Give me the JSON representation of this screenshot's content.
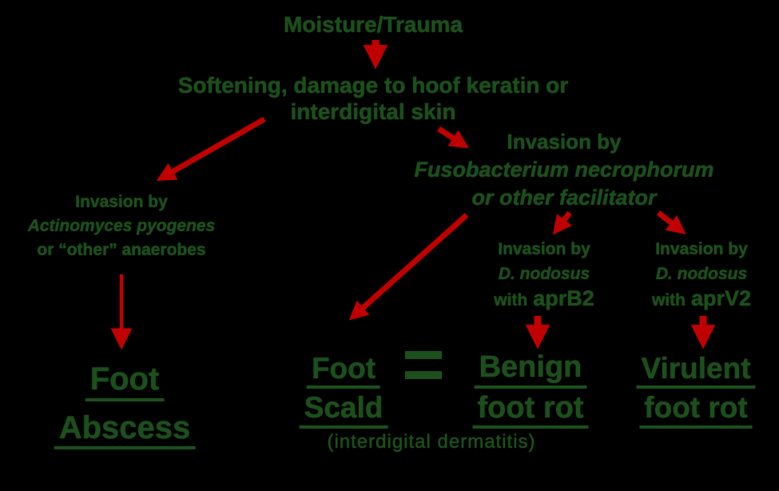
{
  "theme": {
    "background": "#000000",
    "text_green": "#1b4f1b",
    "text_green_edge": "#2e7d2e",
    "arrow_red": "#c00000"
  },
  "nodes": {
    "moisture": {
      "text": "Moisture/Trauma"
    },
    "softening": {
      "line1": "Softening, damage to hoof keratin or",
      "line2": "interdigital skin"
    },
    "invasion_actinomyces": {
      "line1": "Invasion by",
      "line2": "Actinomyces pyogenes",
      "line3": "or “other” anaerobes"
    },
    "invasion_fusobacterium": {
      "line1": "Invasion by",
      "line2": "Fusobacterium necrophorum",
      "line3": "or other facilitator"
    },
    "invasion_apr_b2": {
      "line1": "Invasion by",
      "line2": "D. nodosus",
      "with_label": "with",
      "gene": "aprB2"
    },
    "invasion_apr_v2": {
      "line1": "Invasion by",
      "line2": "D. nodosus",
      "with_label": "with",
      "gene": "aprV2"
    },
    "foot_abscess": {
      "line1": "Foot",
      "line2": "Abscess"
    },
    "foot_scald": {
      "line1": "Foot",
      "line2": "Scald",
      "subtitle": "(interdigital dermatitis)"
    },
    "equals_sign": "=",
    "benign_foot_rot": {
      "line1": "Benign",
      "line2": "foot rot"
    },
    "virulent_foot_rot": {
      "line1": "Virulent",
      "line2": "foot rot"
    }
  }
}
